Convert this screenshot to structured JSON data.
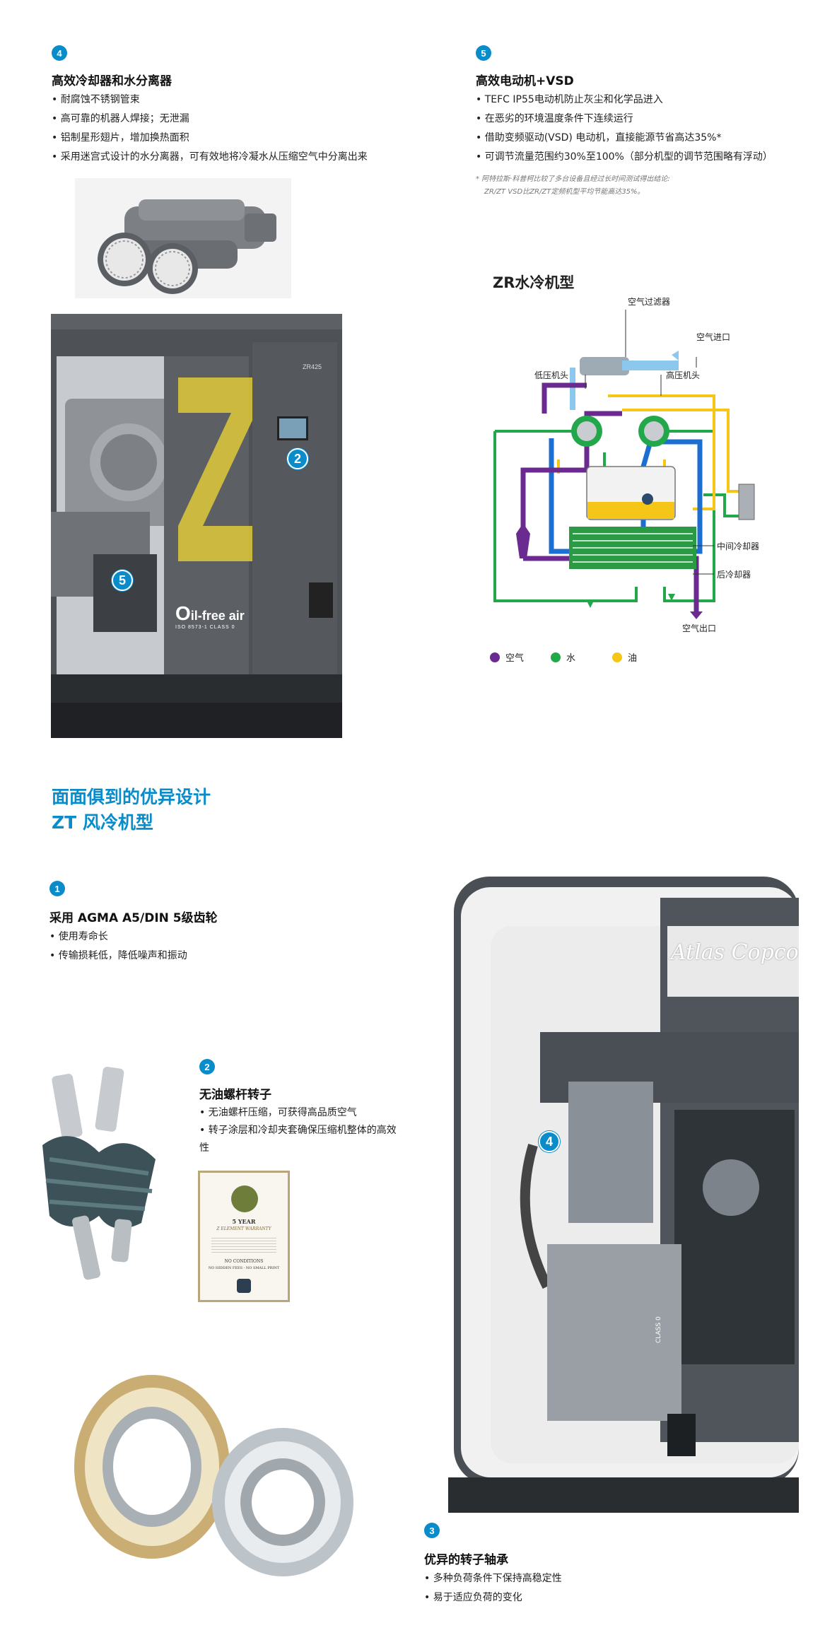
{
  "features_top": {
    "cooler": {
      "number": "4",
      "title": "高效冷却器和水分离器",
      "bullets": [
        "耐腐蚀不锈钢管束",
        "高可靠的机器人焊接；无泄漏",
        "铝制星形翅片，增加换热面积",
        "采用迷宫式设计的水分离器，可有效地将冷凝水从压缩空气中分离出来"
      ]
    },
    "motor": {
      "number": "5",
      "title": "高效电动机+VSD",
      "bullets": [
        "TEFC IP55电动机防止灰尘和化学品进入",
        "在恶劣的环境温度条件下连续运行",
        "借助变频驱动(VSD) 电动机，直接能源节省高达35%*",
        "可调节流量范围约30%至100%（部分机型的调节范围略有浮动）"
      ],
      "note_lines": [
        "* 阿特拉斯·科普柯比较了多台设备且经过长时间测试得出结论:",
        "ZR/ZT VSD比ZR/ZT定频机型平均节能高达35%。"
      ]
    }
  },
  "zr_machine": {
    "model_badge": "ZR425",
    "logo_text": "il-free air",
    "logo_sub": "ISO 8573-1 CLASS 0",
    "callouts": [
      "2",
      "5"
    ]
  },
  "diagram": {
    "title": "ZR水冷机型",
    "labels": {
      "air_filter": "空气过滤器",
      "air_inlet": "空气进口",
      "low_pressure": "低压机头",
      "high_pressure": "高压机头",
      "intercooler": "中间冷却器",
      "aftercooler": "后冷却器",
      "air_outlet": "空气出口"
    },
    "legend": [
      {
        "label": "空气",
        "color": "#6b2a8f"
      },
      {
        "label": "水",
        "color": "#22a84a"
      },
      {
        "label": "油",
        "color": "#f5c518"
      }
    ],
    "colors": {
      "air": "#6b2a8f",
      "water": "#22a84a",
      "oil": "#f5c518",
      "air_blue": "#1c6fd1",
      "inlet_blue": "#8cc8ee"
    }
  },
  "zt_section": {
    "title_line1": "面面俱到的优异设计",
    "title_line2": "ZT 风冷机型",
    "feature1": {
      "number": "1",
      "title": "采用 AGMA A5/DIN 5级齿轮",
      "bullets": [
        "使用寿命长",
        "传输损耗低，降低噪声和振动"
      ]
    },
    "feature2": {
      "number": "2",
      "title": "无油螺杆转子",
      "bullets": [
        "无油螺杆压缩，可获得高品质空气",
        "转子涂层和冷却夹套确保压缩机整体的高效性"
      ]
    },
    "warranty": {
      "line1": "5 YEAR",
      "line2": "Z ELEMENT WARRANTY",
      "line3": "NO CONDITIONS",
      "line4": "NO HIDDEN FEES - NO SMALL PRINT"
    },
    "feature3": {
      "number": "3",
      "title": "优异的转子轴承",
      "bullets": [
        "多种负荷条件下保持高稳定性",
        "易于适应负荷的变化"
      ]
    },
    "zt_machine": {
      "brand": "Atlas Copco",
      "class_label": "CLASS 0",
      "callout": "4"
    }
  }
}
